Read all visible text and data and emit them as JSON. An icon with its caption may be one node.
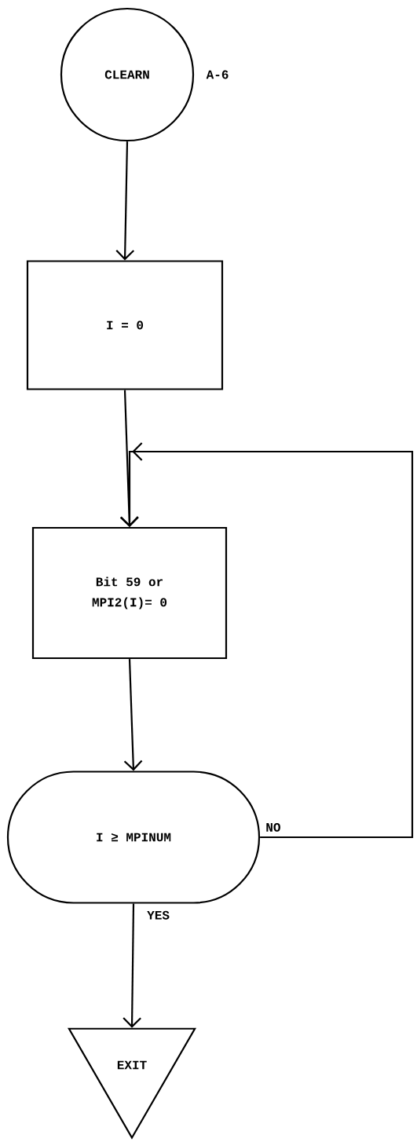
{
  "diagram": {
    "nodes": [
      {
        "text": [
          "CLEARN"
        ],
        "beside": [
          "A-6"
        ]
      },
      {
        "text": [
          "I = 0"
        ]
      },
      {
        "text": [
          "Bit 59 or MPI2(I)= 0"
        ]
      },
      {
        "text": [
          "I ≥ MPINUM"
        ]
      },
      {
        "text": [
          "EXIT"
        ]
      }
    ],
    "edges": [
      {
        "from": 0,
        "to": 1,
        "arrow": "to"
      },
      {
        "from": 1,
        "to": 2,
        "arrow": "to"
      },
      {
        "from": 2,
        "to": 3,
        "arrow": "to"
      },
      {
        "from": 3,
        "to": 2,
        "arrow": "to",
        "label": "NO"
      },
      {
        "from": 3,
        "to": 4,
        "arrow": "to",
        "label": "YES"
      }
    ]
  }
}
